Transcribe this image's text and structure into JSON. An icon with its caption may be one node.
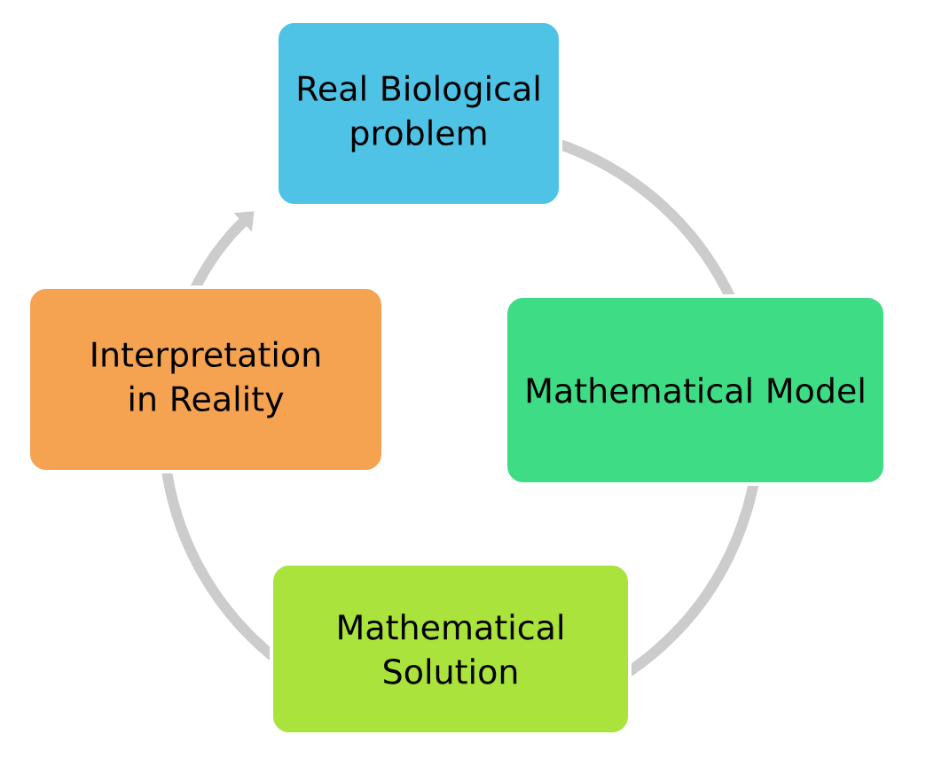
{
  "diagram": {
    "nodes": [
      {
        "text": [
          "Real Biological problem"
        ]
      },
      {
        "text": [
          "Mathematical Model"
        ]
      },
      {
        "text": [
          "Mathematical Solution"
        ]
      },
      {
        "text": [
          "Interpretation in Reality"
        ]
      }
    ],
    "edges": [
      {
        "from": 0,
        "to": 1,
        "arrow": "none"
      },
      {
        "from": 1,
        "to": 2,
        "arrow": "none"
      },
      {
        "from": 2,
        "to": 3,
        "arrow": "none"
      },
      {
        "from": 3,
        "to": 0,
        "arrow": "to"
      }
    ]
  }
}
